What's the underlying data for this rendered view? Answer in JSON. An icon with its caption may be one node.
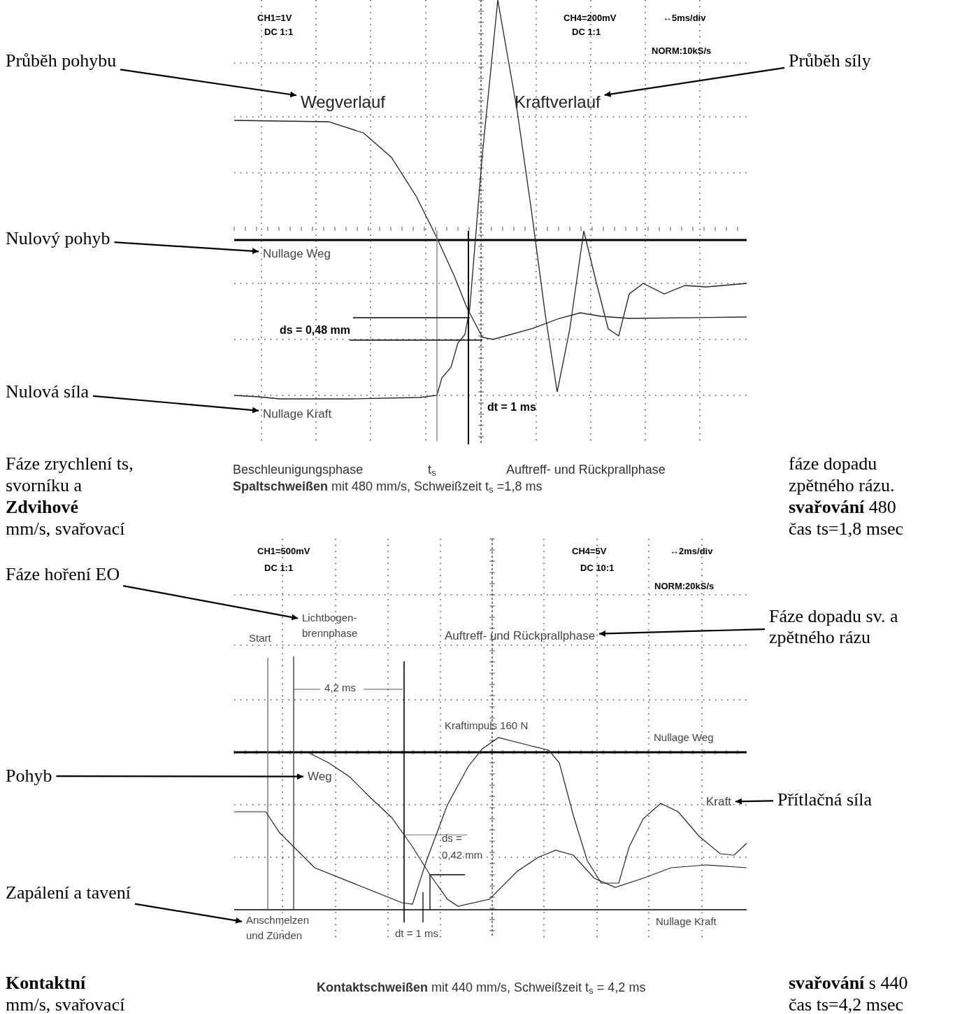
{
  "diagram": {
    "nodes": [
      {
        "text": [
          "Průběh pohybu"
        ]
      },
      {
        "text": [
          "Wegverlauf"
        ]
      },
      {
        "text": [
          "Průběh síly"
        ]
      },
      {
        "text": [
          "Kraftverlauf"
        ]
      },
      {
        "text": [
          "Nulový pohyb"
        ]
      },
      {
        "text": [
          "Nullage Weg"
        ]
      },
      {
        "text": [
          "Nulová síla"
        ]
      },
      {
        "text": [
          "Nullage Kraft"
        ]
      },
      {
        "text": [
          "Fáze hoření EO"
        ]
      },
      {
        "text": [
          "Lichtbogen- brennphase"
        ]
      },
      {
        "text": [
          "Fáze dopadu sv. a zpětného rázu"
        ]
      },
      {
        "text": [
          "Auftreff- und Rückprallphase"
        ]
      },
      {
        "text": [
          "Pohyb"
        ]
      },
      {
        "text": [
          "Weg"
        ]
      },
      {
        "text": [
          "Přítlačná síla"
        ]
      },
      {
        "text": [
          "Kraft"
        ]
      },
      {
        "text": [
          "Zapálení a tavení"
        ]
      },
      {
        "text": [
          "Anschmelzen und Zünden"
        ]
      }
    ],
    "edges": [
      {
        "from": 0,
        "to": 1,
        "arrow": "to"
      },
      {
        "from": 2,
        "to": 3,
        "arrow": "to"
      },
      {
        "from": 4,
        "to": 5,
        "arrow": "to"
      },
      {
        "from": 6,
        "to": 7,
        "arrow": "to"
      },
      {
        "from": 8,
        "to": 9,
        "arrow": "to"
      },
      {
        "from": 10,
        "to": 11,
        "arrow": "to"
      },
      {
        "from": 12,
        "to": 13,
        "arrow": "to"
      },
      {
        "from": 14,
        "to": 15,
        "arrow": "to"
      },
      {
        "from": 16,
        "to": 17,
        "arrow": "to"
      }
    ],
    "labels": [
      "CH1=1V",
      "DC 1:1",
      "CH4=200mV",
      "↔5ms/div",
      "DC 1:1",
      "NORM:10kS/s",
      "ds = 0,48 mm",
      "dt = 1 ms",
      "Beschleunigungsphase",
      "t$_{s}$",
      "Auftreff- und Rückprallphase",
      "**Spaltschweißen** mit 480 mm/s, Schweißzeit t$_{s}$ =1,8 ms",
      "Fáze zrychlení ts,",
      "svorníku a",
      "Zdvihové",
      "mm/s, svařovací",
      "fáze dopadu",
      "zpětného rázu.",
      "**svařování** 480",
      "čas ts=1,8 msec",
      "CH1=500mV",
      "DC 1:1",
      "CH4=5V",
      "↔2ms/div",
      "DC 10:1",
      "NORM:20kS/s",
      "Start",
      "4,2 ms",
      "Kraftimpuls 160 N",
      "Nullage Weg",
      "ds = 0,42 mm",
      "dt = 1 ms",
      "Nullage Kraft",
      "**Kontaktschweißen** mit 440 mm/s, Schweißzeit t$_{s}$ = 4,2 ms",
      "Kontaktní",
      "mm/s, svařovací",
      "**svařování** s 440",
      "čas ts=4,2 msec"
    ]
  }
}
